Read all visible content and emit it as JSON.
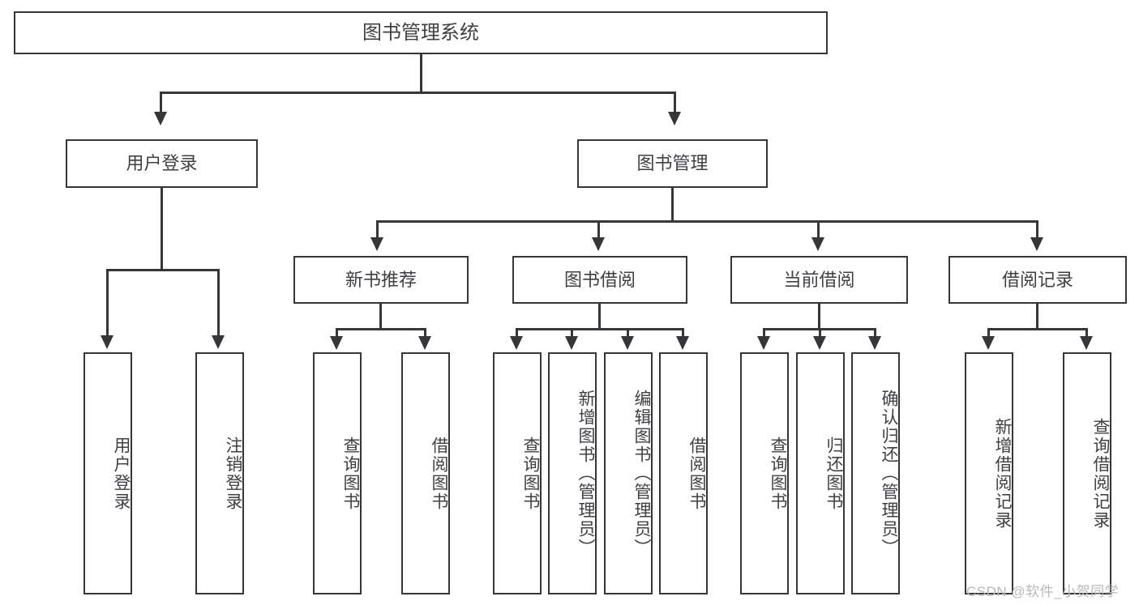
{
  "diagram": {
    "type": "tree-hierarchy",
    "title": "图书管理系统",
    "watermark": "CSDN @软件_小贺同学",
    "colors": {
      "stroke": "#35353a",
      "text": "#3f3f44",
      "background": "#ffffff",
      "watermark": "#b9b9bd"
    },
    "root": {
      "label": "图书管理系统"
    },
    "level2": [
      {
        "label": "用户登录"
      },
      {
        "label": "图书管理"
      }
    ],
    "level3": [
      {
        "label": "新书推荐"
      },
      {
        "label": "图书借阅"
      },
      {
        "label": "当前借阅"
      },
      {
        "label": "借阅记录"
      }
    ],
    "leaves": {
      "user_login": [
        {
          "label": "用户登录"
        },
        {
          "label": "注销登录"
        }
      ],
      "new_book_recommend": [
        {
          "label": "查询图书"
        },
        {
          "label": "借阅图书"
        }
      ],
      "book_borrow": [
        {
          "label": "查询图书"
        },
        {
          "label": "新增图书（管理员）"
        },
        {
          "label": "编辑图书（管理员）"
        },
        {
          "label": "借阅图书"
        }
      ],
      "current_borrow": [
        {
          "label": "查询图书"
        },
        {
          "label": "归还图书"
        },
        {
          "label": "确认归还（管理员）"
        }
      ],
      "borrow_record": [
        {
          "label": "新增借阅记录"
        },
        {
          "label": "查询借阅记录"
        }
      ]
    }
  }
}
